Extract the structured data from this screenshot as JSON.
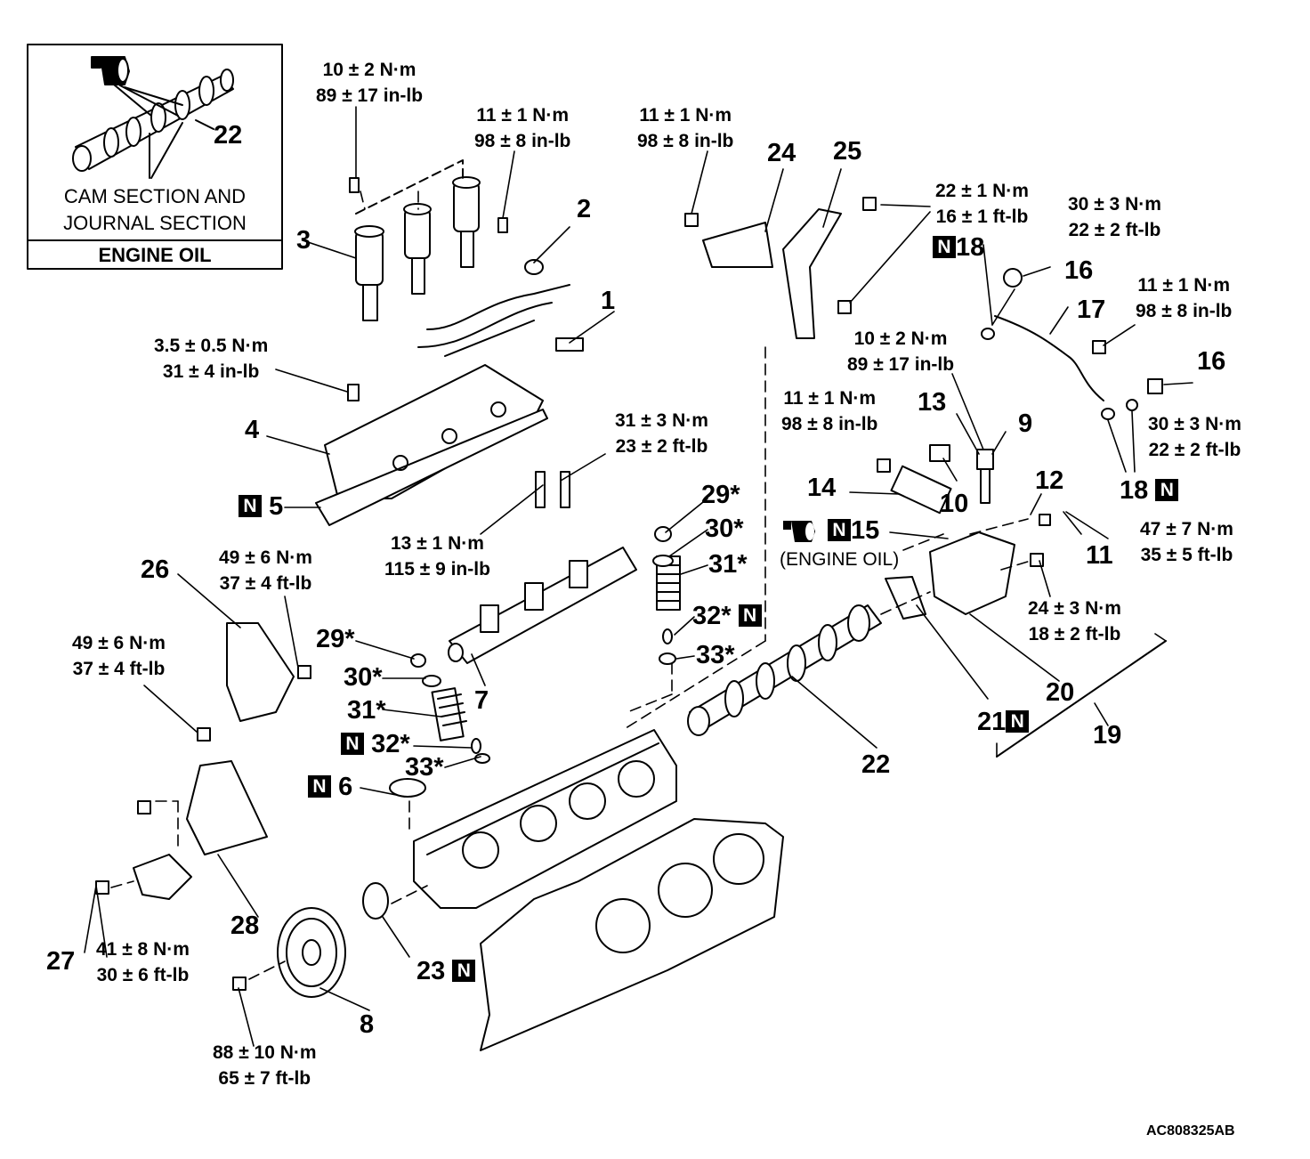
{
  "inset": {
    "part_number": "22",
    "note_line1": "CAM SECTION AND",
    "note_line2": "JOURNAL SECTION",
    "title": "ENGINE OIL"
  },
  "torque": {
    "t1": {
      "nm": "10 ± 2 N·m",
      "imp": "89 ± 17 in-lb"
    },
    "t2": {
      "nm": "11 ± 1 N·m",
      "imp": "98 ± 8 in-lb"
    },
    "t3": {
      "nm": "11 ± 1 N·m",
      "imp": "98 ± 8 in-lb"
    },
    "t4": {
      "nm": "22 ± 1 N·m",
      "imp": "16 ± 1 ft-lb"
    },
    "t5": {
      "nm": "30 ± 3 N·m",
      "imp": "22 ± 2 ft-lb"
    },
    "t6": {
      "nm": "11 ± 1 N·m",
      "imp": "98 ± 8 in-lb"
    },
    "t7": {
      "nm": "3.5 ± 0.5 N·m",
      "imp": "31 ± 4 in-lb"
    },
    "t8": {
      "nm": "10 ± 2 N·m",
      "imp": "89 ± 17 in-lb"
    },
    "t9": {
      "nm": "30 ± 3 N·m",
      "imp": "22 ± 2 ft-lb"
    },
    "t10": {
      "nm": "11 ± 1 N·m",
      "imp": "98 ± 8 in-lb"
    },
    "t11": {
      "nm": "31 ± 3 N·m",
      "imp": "23 ± 2 ft-lb"
    },
    "t12": {
      "nm": "47 ± 7 N·m",
      "imp": "35 ± 5 ft-lb"
    },
    "t13": {
      "nm": "13 ± 1 N·m",
      "imp": "115 ± 9 in-lb"
    },
    "t14": {
      "nm": "49 ± 6 N·m",
      "imp": "37 ± 4 ft-lb"
    },
    "t15": {
      "nm": "49 ± 6 N·m",
      "imp": "37 ± 4 ft-lb"
    },
    "t16": {
      "nm": "24 ± 3 N·m",
      "imp": "18 ± 2 ft-lb"
    },
    "t17": {
      "nm": "41 ± 8 N·m",
      "imp": "30 ± 6 ft-lb"
    },
    "t18": {
      "nm": "88 ± 10 N·m",
      "imp": "65 ± 7 ft-lb"
    }
  },
  "parts": {
    "p1": "1",
    "p2": "2",
    "p3": "3",
    "p4": "4",
    "p5": "5",
    "p6": "6",
    "p7": "7",
    "p8": "8",
    "p9": "9",
    "p10": "10",
    "p11a": "11",
    "p12": "12",
    "p13": "13",
    "p14": "14",
    "p15": "15",
    "p16a": "16",
    "p16b": "16",
    "p17": "17",
    "p18a": "18",
    "p18b": "18",
    "p19": "19",
    "p20": "20",
    "p21": "21",
    "p22": "22",
    "p23": "23",
    "p24": "24",
    "p25": "25",
    "p26": "26",
    "p27": "27",
    "p28": "28",
    "p29a": "29*",
    "p29b": "29*",
    "p30a": "30*",
    "p30b": "30*",
    "p31a": "31*",
    "p31b": "31*",
    "p32a": "32*",
    "p32b": "32*",
    "p33a": "33*",
    "p33b": "33*"
  },
  "marks": {
    "new_part": "N",
    "engine_oil_note": "(ENGINE OIL)"
  },
  "doc_id": "AC808325AB"
}
